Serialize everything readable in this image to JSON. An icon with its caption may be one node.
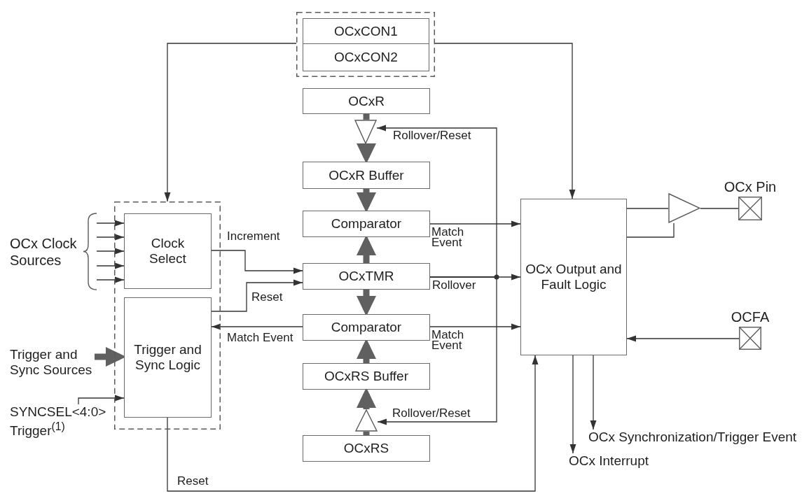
{
  "diagram": {
    "nodes": [
      {
        "text": [],
        "shape": "box"
      },
      {
        "text": [
          "OCxCON1"
        ],
        "in": 0
      },
      {
        "text": [
          "OCxCON2"
        ],
        "in": 0
      },
      {
        "text": [
          "OCxR"
        ]
      },
      {
        "text": [],
        "shape": "triangle"
      },
      {
        "text": [
          "OCxR Buffer"
        ]
      },
      {
        "text": [
          "Comparator"
        ]
      },
      {
        "text": [
          "OCxTMR"
        ]
      },
      {
        "text": [
          "Comparator"
        ]
      },
      {
        "text": [
          "OCxRS Buffer"
        ]
      },
      {
        "text": [],
        "shape": "triangle"
      },
      {
        "text": [
          "OCxRS"
        ]
      },
      {
        "text": [],
        "shape": "box"
      },
      {
        "text": [
          "Clock Select"
        ],
        "in": 12
      },
      {
        "text": [
          "Trigger and Sync Logic"
        ],
        "in": 12
      },
      {
        "text": [
          "OCx Output and Fault Logic"
        ]
      },
      {
        "text": [],
        "shape": "triangle"
      },
      {
        "text": [
          "OCx Pin"
        ]
      },
      {
        "text": [
          "OCFA"
        ]
      },
      {
        "text": [
          "OCx Clock Sources"
        ]
      },
      {
        "text": [
          "Trigger and Sync Sources"
        ]
      },
      {
        "text": [
          "SYNCSEL<4:0> Trigger$^{(1)}$"
        ]
      },
      {
        "text": [
          "OCx Synchronization/Trigger Event"
        ]
      },
      {
        "text": [
          "OCx Interrupt"
        ]
      }
    ],
    "edges": [
      {
        "from": 0,
        "to": 12,
        "arrow": "to"
      },
      {
        "from": 0,
        "to": 15,
        "arrow": "to"
      },
      {
        "from": 3,
        "to": 4,
        "arrow": "none",
        "style": "thick",
        "color": "#606060"
      },
      {
        "from": 4,
        "to": 5,
        "arrow": "to",
        "style": "thick",
        "color": "#606060"
      },
      {
        "from": 5,
        "to": 6,
        "arrow": "to",
        "style": "thick",
        "color": "#606060"
      },
      {
        "from": 7,
        "to": 6,
        "arrow": "to",
        "style": "thick",
        "color": "#606060"
      },
      {
        "from": 7,
        "to": 8,
        "arrow": "to",
        "style": "thick",
        "color": "#606060"
      },
      {
        "from": 9,
        "to": 8,
        "arrow": "to",
        "style": "thick",
        "color": "#606060"
      },
      {
        "from": 10,
        "to": 9,
        "arrow": "to",
        "style": "thick",
        "color": "#606060"
      },
      {
        "from": 11,
        "to": 10,
        "arrow": "none",
        "style": "thick",
        "color": "#606060"
      },
      {
        "from": 19,
        "to": 13,
        "arrow": "to"
      },
      {
        "from": 19,
        "to": 13,
        "arrow": "to"
      },
      {
        "from": 19,
        "to": 13,
        "arrow": "to"
      },
      {
        "from": 19,
        "to": 13,
        "arrow": "to"
      },
      {
        "from": 19,
        "to": 13,
        "arrow": "to"
      },
      {
        "from": 20,
        "to": 14,
        "arrow": "to",
        "style": "thick",
        "color": "#606060"
      },
      {
        "from": 21,
        "to": 14,
        "arrow": "to"
      },
      {
        "from": 13,
        "to": 7,
        "arrow": "to",
        "label": "Increment"
      },
      {
        "from": 14,
        "to": 7,
        "arrow": "to",
        "label": "Reset"
      },
      {
        "from": 8,
        "to": 14,
        "arrow": "to",
        "label": "Match Event"
      },
      {
        "from": 6,
        "to": 15,
        "arrow": "to",
        "label": "Match Event"
      },
      {
        "from": 7,
        "to": 15,
        "arrow": "to",
        "label": "Rollover"
      },
      {
        "from": 7,
        "to": 4,
        "arrow": "to",
        "label": "Rollover/Reset"
      },
      {
        "from": 7,
        "to": 10,
        "arrow": "to",
        "label": "Rollover/Reset"
      },
      {
        "from": 8,
        "to": 15,
        "arrow": "to",
        "label": "Match Event"
      },
      {
        "from": 14,
        "to": 15,
        "arrow": "to",
        "label": "Reset"
      },
      {
        "from": 15,
        "to": 16,
        "arrow": "none"
      },
      {
        "from": 15,
        "to": 16,
        "arrow": "none"
      },
      {
        "from": 16,
        "to": 17,
        "arrow": "none"
      },
      {
        "from": 18,
        "to": 15,
        "arrow": "to"
      },
      {
        "from": 15,
        "to": 23,
        "arrow": "to"
      },
      {
        "from": 15,
        "to": 22,
        "arrow": "to"
      }
    ]
  }
}
